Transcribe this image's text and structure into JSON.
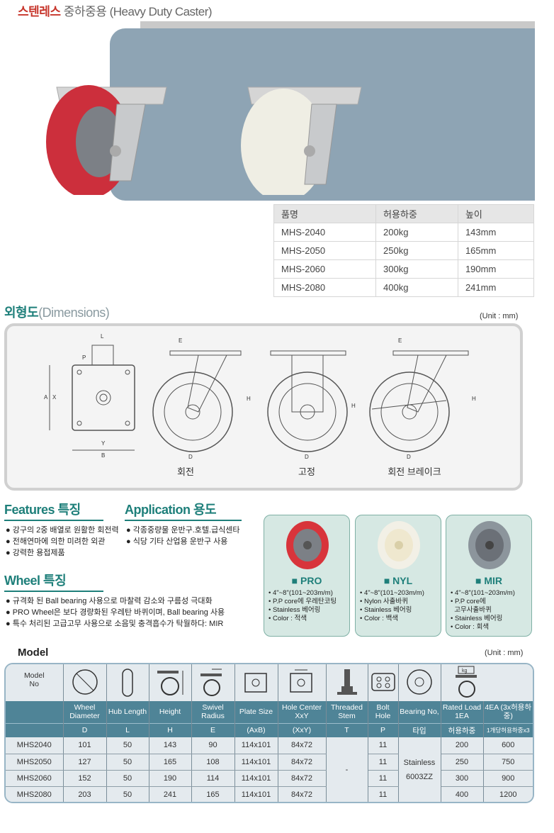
{
  "title": {
    "highlight": "스텐레스",
    "rest": "중하중용 (Heavy Duty Caster)"
  },
  "spec_table": {
    "headers": [
      "품명",
      "허용하중",
      "높이"
    ],
    "rows": [
      [
        "MHS-2040",
        "200kg",
        "143mm"
      ],
      [
        "MHS-2050",
        "250kg",
        "165mm"
      ],
      [
        "MHS-2060",
        "300kg",
        "190mm"
      ],
      [
        "MHS-2080",
        "400kg",
        "241mm"
      ]
    ]
  },
  "dimensions": {
    "title": "외형도",
    "title_en": "(Dimensions)",
    "unit": "(Unit : mm)",
    "captions": [
      "회전",
      "고정",
      "회전 브레이크"
    ],
    "labels": {
      "L": "L",
      "P": "P",
      "A": "A",
      "X": "X",
      "Y": "Y",
      "B": "B",
      "E": "E",
      "H": "H",
      "D": "D"
    }
  },
  "features": {
    "title": "Features 특징",
    "items": [
      "강구의 2중 배열로 원활한 회전력",
      "전해연마에 의한 미려한 외관",
      "강력한 용접제품"
    ]
  },
  "application": {
    "title": "Application 용도",
    "items": [
      "각종중량물 운반구.호텔.급식센타",
      "식당 기타 산업용 운반구 사용"
    ]
  },
  "wheel": {
    "title": "Wheel 특징",
    "items": [
      "규격화 된 Ball bearing 사용으로 마찰력 감소와 구름성  극대화",
      "PRO Wheel은 보다 경량화된 우레탄 바퀴이며, Ball bearing 사용",
      "특수 처리된 고급고무 사용으로 소음및 충격흡수가 탁월하다: MIR"
    ]
  },
  "wheel_cards": [
    {
      "name": "■ PRO",
      "color": "#d8343b",
      "items": [
        "• 4\"~8\"(101~203m/m)",
        "• P.P core에 우레탄코팅",
        "• Stainless 베어링",
        "• Color : 적색"
      ]
    },
    {
      "name": "■ NYL",
      "color": "#f2f0e6",
      "items": [
        "• 4\"~8\"(101~203m/m)",
        "• Nylon 사출바퀴",
        "• Stainless 베어링",
        "• Color : 백색"
      ]
    },
    {
      "name": "■ MIR",
      "color": "#8c959c",
      "items": [
        "• 4\"~8\"(101~203m/m)",
        "• P.P core에",
        "  고무사출바퀴",
        "• Stainless 베어링",
        "• Color : 회색"
      ]
    }
  ],
  "model": {
    "title": "Model",
    "unit": "(Unit : mm)",
    "model_no": "Model No",
    "headers": [
      "Wheel Diameter",
      "Hub Length",
      "Height",
      "Swivel Radius",
      "Plate Size",
      "Hole Center XxY",
      "Threaded Stem",
      "Bolt Hole",
      "Bearing No,",
      "Rated Load 1EA",
      "4EA (3x허용하중)"
    ],
    "codes": [
      "D",
      "L",
      "H",
      "E",
      "(AxB)",
      "(XxY)",
      "T",
      "P",
      "타입",
      "허용하중",
      "1개당허용하중x3"
    ],
    "rows": [
      [
        "MHS2040",
        "101",
        "50",
        "143",
        "90",
        "114x101",
        "84x72",
        "11",
        "200",
        "600"
      ],
      [
        "MHS2050",
        "127",
        "50",
        "165",
        "108",
        "114x101",
        "84x72",
        "11",
        "250",
        "750"
      ],
      [
        "MHS2060",
        "152",
        "50",
        "190",
        "114",
        "114x101",
        "84x72",
        "11",
        "300",
        "900"
      ],
      [
        "MHS2080",
        "203",
        "50",
        "241",
        "165",
        "114x101",
        "84x72",
        "11",
        "400",
        "1200"
      ]
    ],
    "stem": "-",
    "bearing": "Stainless 6003ZZ",
    "icon_kg": "kg"
  }
}
